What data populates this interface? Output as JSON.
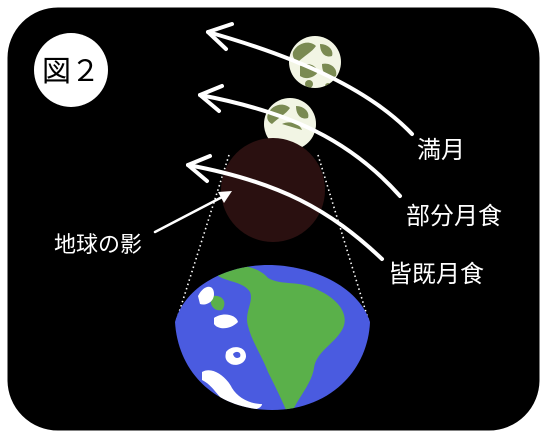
{
  "figure_label": "図２",
  "labels": {
    "full_moon": "満月",
    "partial_eclipse": "部分月食",
    "total_eclipse": "皆既月食",
    "earth_shadow": "地球の影"
  },
  "colors": {
    "background": "#000000",
    "frame": "#ffffff",
    "arrow": "#ffffff",
    "moon_light": "#f2f5e4",
    "moon_maria": "#7a8a52",
    "eclipsed_moon": "#2a1010",
    "ocean": "#4a5be0",
    "land": "#5ab04a",
    "shadow_cone": "#000000"
  }
}
